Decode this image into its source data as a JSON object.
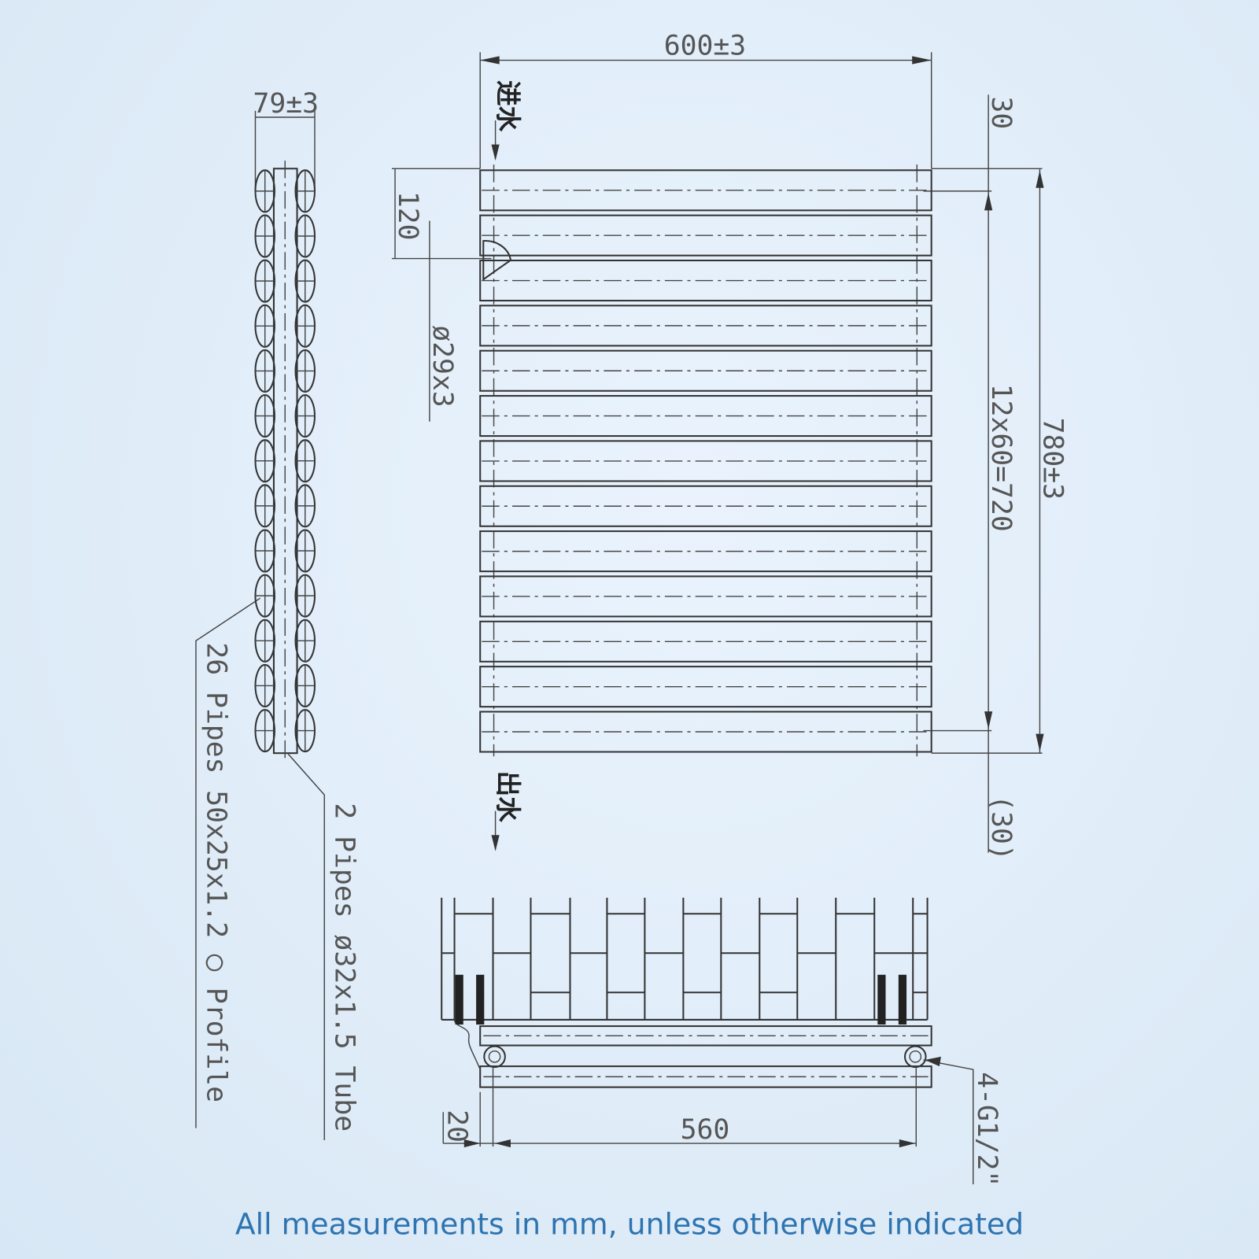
{
  "labels": {
    "overall_width": "600±3",
    "depth": "79±3",
    "top_offset": "30",
    "inlet_offset": "120",
    "tube_diameter": "ø29x3",
    "pitch": "12x60=720",
    "overall_height": "780±3",
    "bottom_offset": "(30)",
    "inlet": "进水",
    "outlet": "出水",
    "profile_pipes": "26 Pipes 50x25x1.2 ◯ Profile",
    "tube_pipes": "2 Pipes ø32x1.5 Tube",
    "centers": "560",
    "side_offset": "20",
    "connections": "4-G1/2\""
  },
  "caption": "All measurements in mm, unless otherwise indicated",
  "colors": {
    "line": "#333333",
    "caption": "#2e74b0",
    "background": "#dfecf8"
  }
}
